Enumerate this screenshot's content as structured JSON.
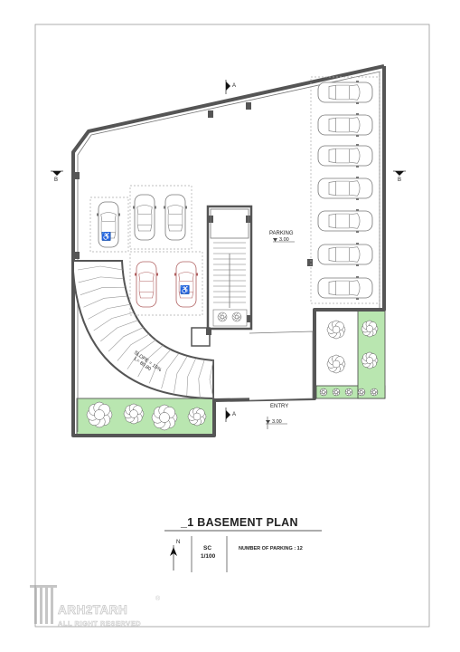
{
  "plan": {
    "title": "_1 BASEMENT PLAN",
    "parking_label": "PARKING",
    "parking_level": "3.00",
    "entry_label": "ENTRY",
    "entry_level": "3.00",
    "slope_label": "SLOPE = 15%",
    "slope_level": "L= 80.80",
    "section_a": "A",
    "section_b": "B",
    "north": "N",
    "scale_label": "SC",
    "scale_value": "1/100",
    "parking_count_text": "NUMBER OF PARKING : 12"
  },
  "watermark": {
    "brand": "ARH2TARH",
    "rights": "ALL RIGHT RESERVED",
    "registered": "®"
  },
  "symbols": {
    "accessible": "♿",
    "north_arrow_icon": "north-arrow",
    "section_marker_icon": "section-marker"
  },
  "colors": {
    "wall": "#555555",
    "landscape": "#b9e6b0",
    "accessible_car": "#b06060",
    "car": "#777777"
  }
}
